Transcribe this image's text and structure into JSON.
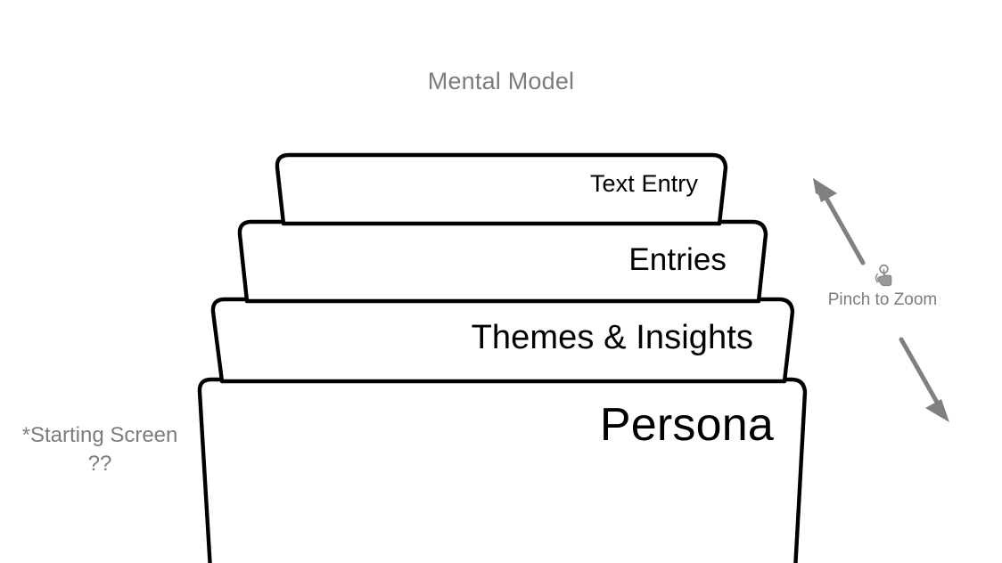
{
  "diagram": {
    "title": "Mental Model",
    "title_color": "#7c7c7c",
    "background_color": "#ffffff",
    "stroke_color": "#000000",
    "annotation_color": "#7c7c7c",
    "arrow_color": "#808080"
  },
  "cards": [
    {
      "label": "Text Entry",
      "level": 1
    },
    {
      "label": "Entries",
      "level": 2
    },
    {
      "label": "Themes & Insights",
      "level": 3
    },
    {
      "label": "Persona",
      "level": 4
    }
  ],
  "annotations": {
    "starting_screen": {
      "line1": "*Starting Screen",
      "line2": "??"
    },
    "pinch": {
      "label": "Pinch to Zoom",
      "icon": "pinch-hand-icon",
      "arrow_up": "arrow-up-left-icon",
      "arrow_down": "arrow-down-right-icon"
    }
  }
}
